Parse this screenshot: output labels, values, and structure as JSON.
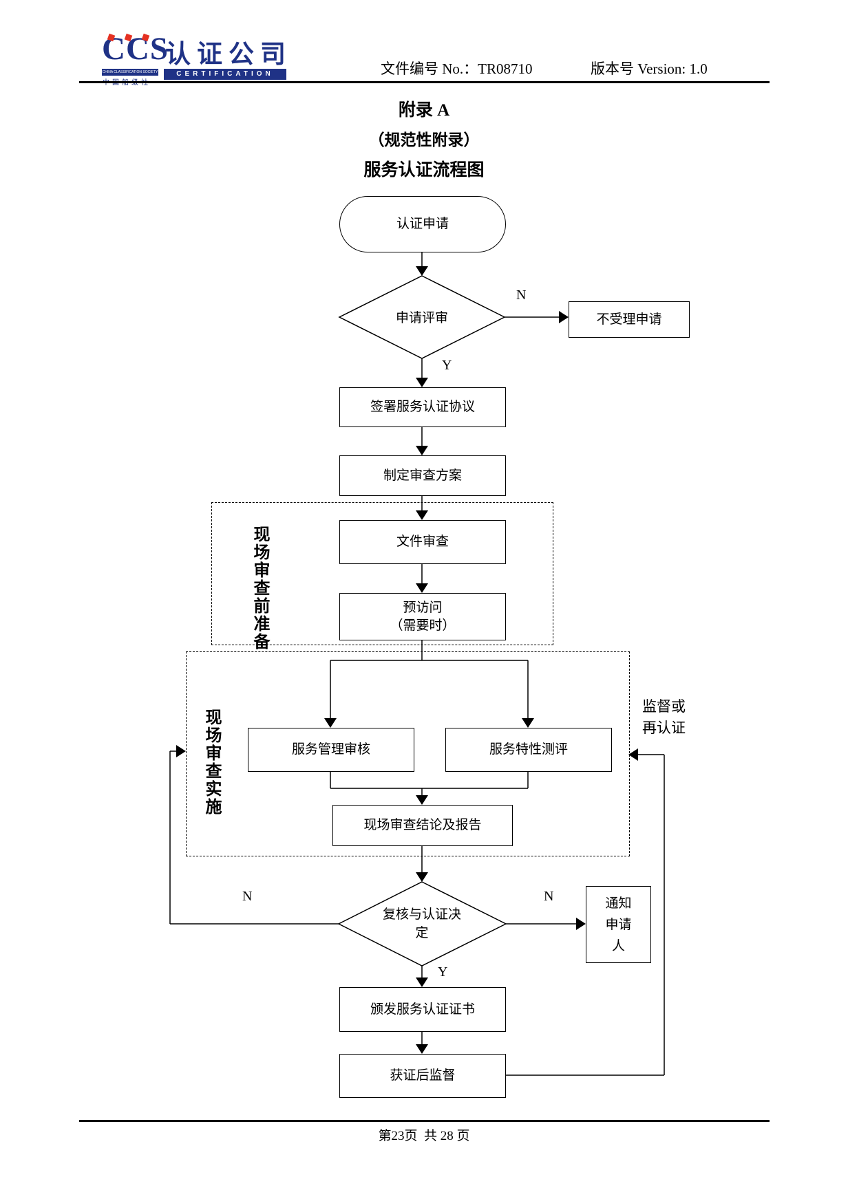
{
  "header": {
    "logo": {
      "ccs": "CCS",
      "society_en": "CHINA CLASSIFICATION SOCIETY",
      "society_cn": "中国船级社",
      "company": "认证公司",
      "certification": "CERTIFICATION"
    },
    "doc_no": "文件编号 No.：TR08710",
    "version": "版本号 Version: 1.0"
  },
  "title": {
    "line1": "附录 A",
    "line2": "（规范性附录）",
    "line3": "服务认证流程图"
  },
  "flow": {
    "start": "认证申请",
    "review": "申请评审",
    "reject": "不受理申请",
    "sign": "签署服务认证协议",
    "plan": "制定审查方案",
    "doc_review": "文件审查",
    "previsit": "预访问\n（需要时）",
    "group_pre": "现场审查前准备",
    "group_impl": "现场审查实施",
    "audit": "服务管理审核",
    "test": "服务特性测评",
    "report": "现场审查结论及报告",
    "decision": "复核与认证决\n定",
    "notify": "通知\n申请\n人",
    "issue": "颁发服务认证证书",
    "post": "获证后监督",
    "loop_label": "监督或\n再认证",
    "label_n": "N",
    "label_y": "Y"
  },
  "footer": {
    "page": "第23页  共 28 页"
  },
  "colors": {
    "brand_navy": "#1f3286",
    "logo_red": "#e53122"
  }
}
